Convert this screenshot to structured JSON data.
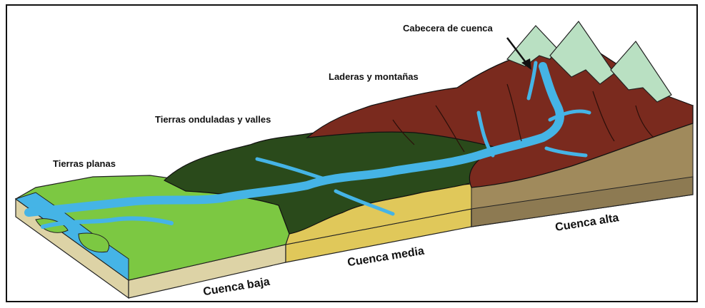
{
  "labels": {
    "cabecera": "Cabecera de cuenca",
    "laderas": "Laderas y montañas",
    "onduladas": "Tierras onduladas y valles",
    "planas": "Tierras planas",
    "cuenca_baja": "Cuenca baja",
    "cuenca_media": "Cuenca media",
    "cuenca_alta": "Cuenca alta"
  },
  "colors": {
    "water": "#45b4e6",
    "plains": "#7cc842",
    "valleys": "#2a4a1b",
    "mountains": "#7a2a1e",
    "peaks": "#b9e0c2",
    "soil_low": "#ddd3a6",
    "soil_mid": "#e0c85a",
    "soil_high": "#a08a5c",
    "soil_side": "#8d7a52"
  }
}
